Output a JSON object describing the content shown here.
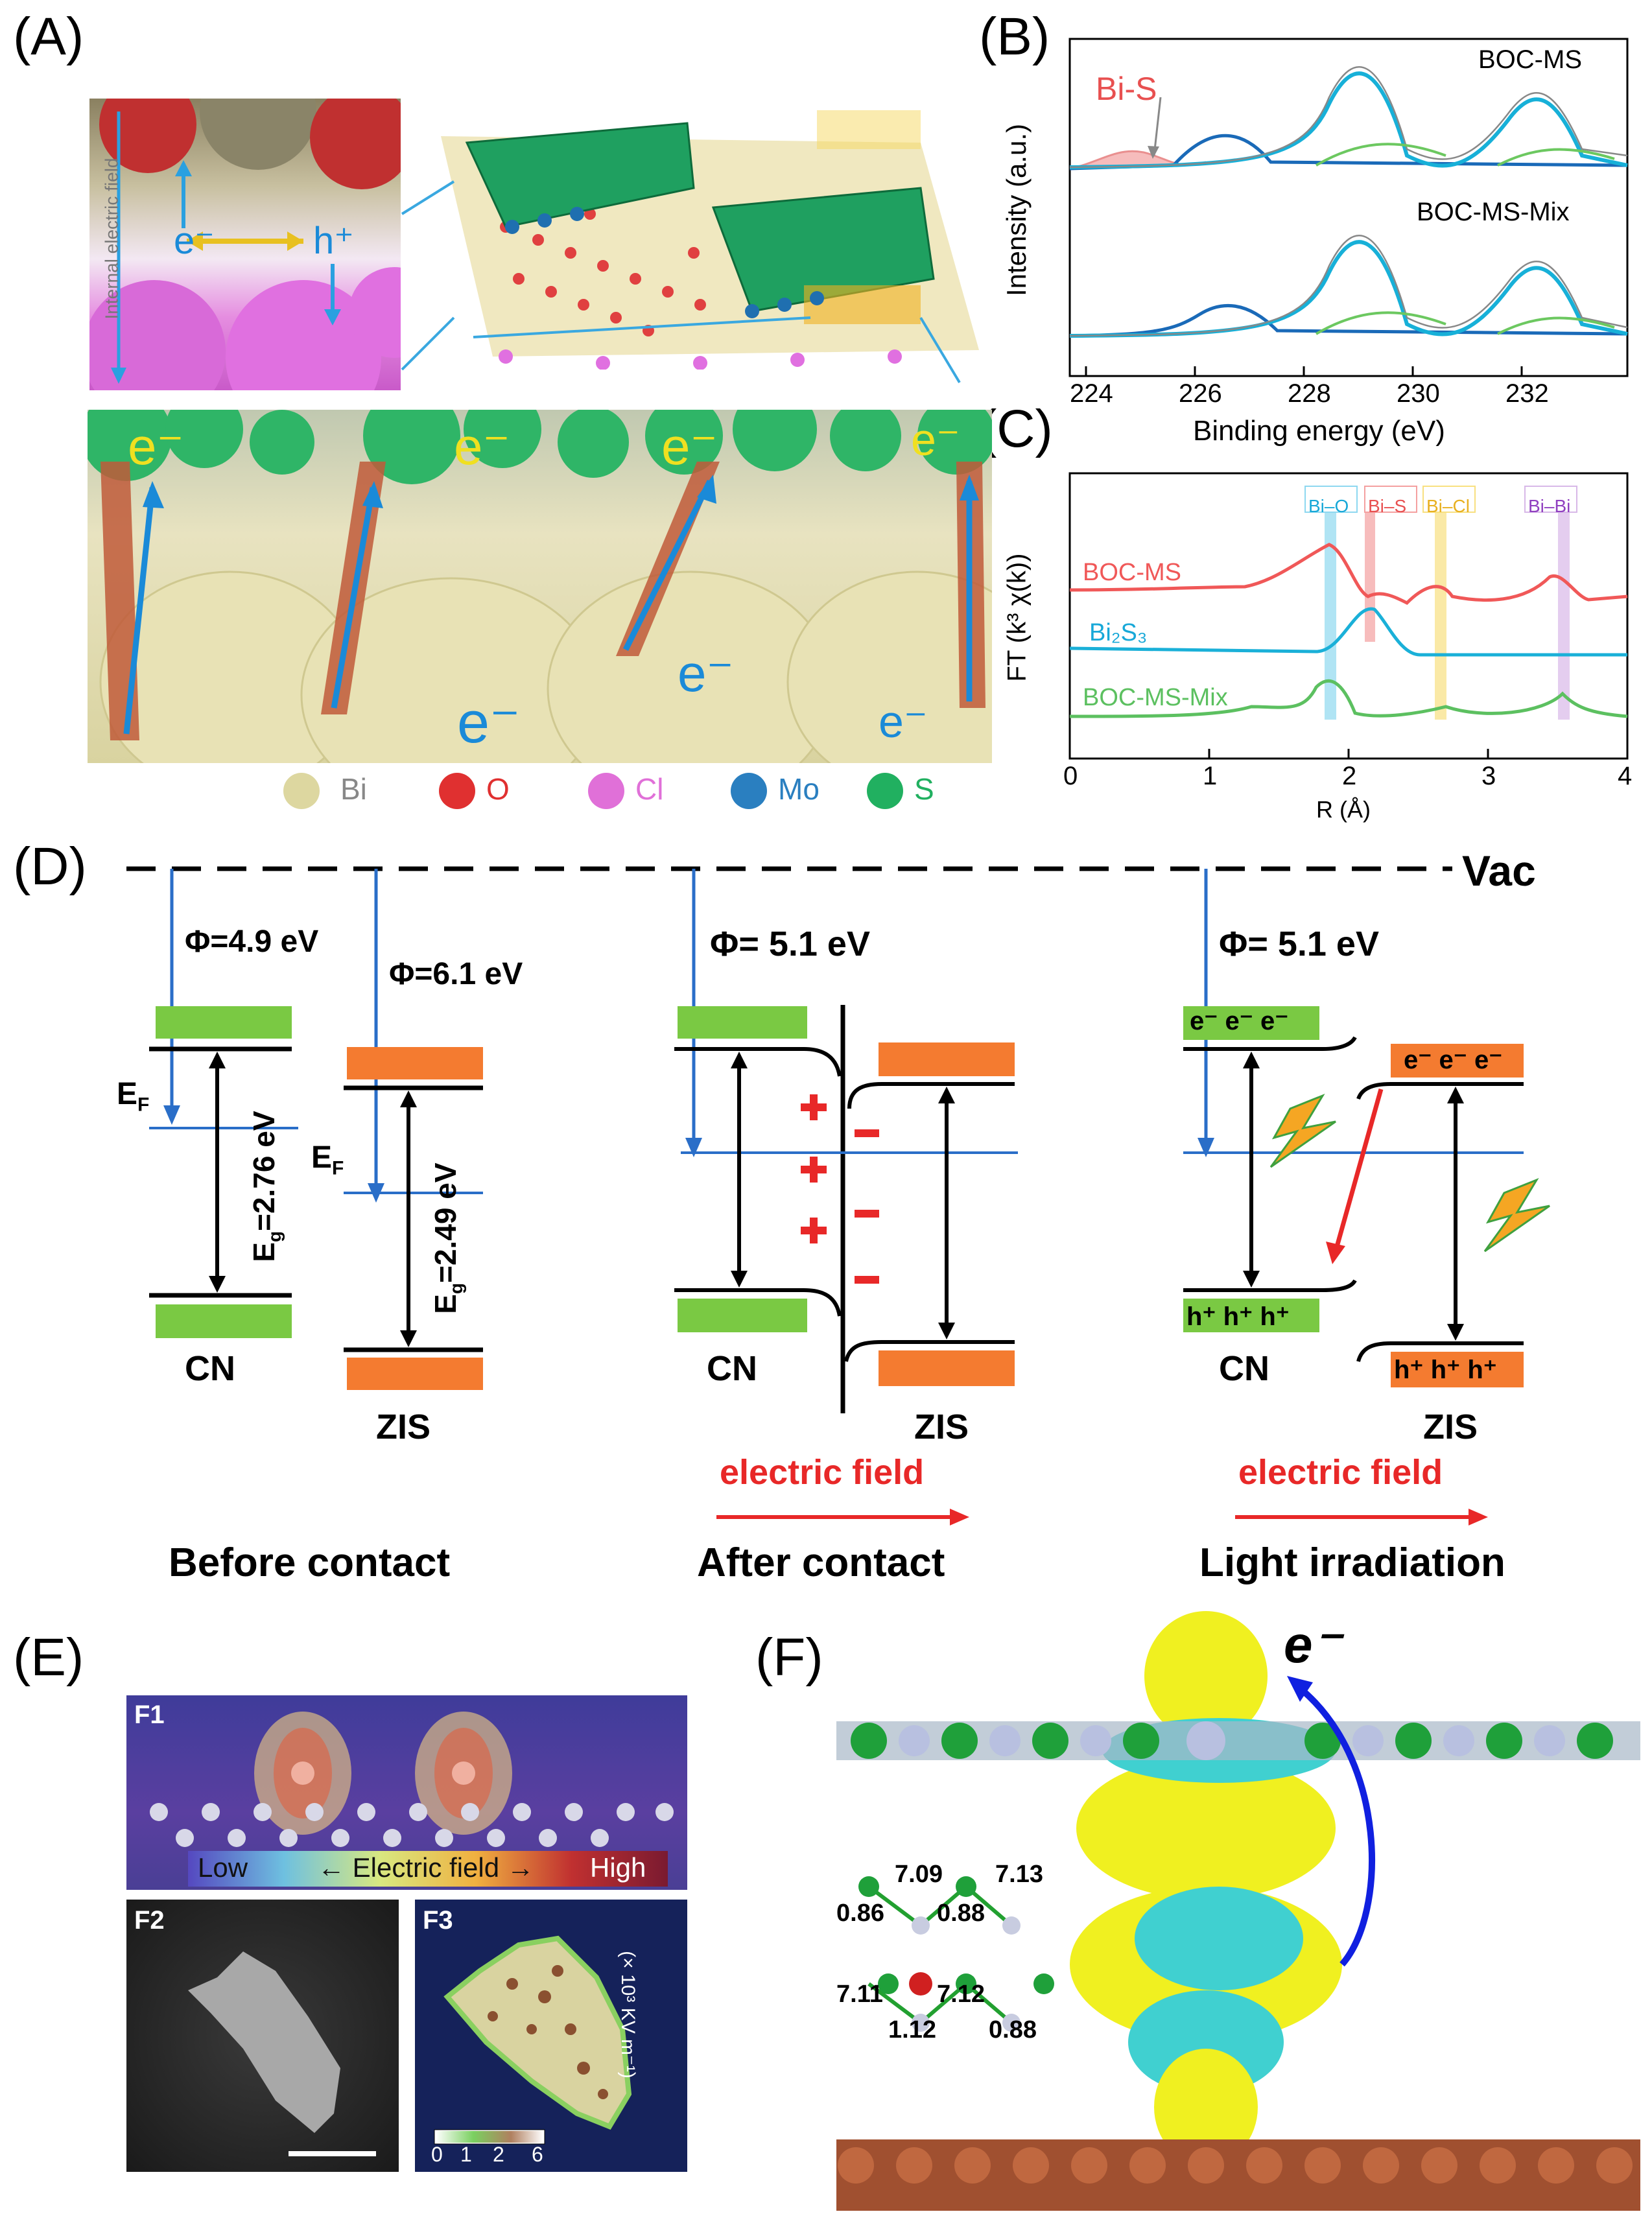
{
  "panels": {
    "A": "(A)",
    "B": "(B)",
    "C": "(C)",
    "D": "(D)",
    "E": "(E)",
    "F": "(F)"
  },
  "panel_a": {
    "field_label": "Internal electric field",
    "e_minus": "e⁻",
    "h_plus": "h⁺",
    "legend": [
      "Bi",
      "O",
      "Cl",
      "Mo",
      "S"
    ],
    "legend_colors": [
      "#ddd7a0",
      "#e03030",
      "#e070d8",
      "#2a7fc0",
      "#21b060"
    ]
  },
  "panel_b": {
    "title_top": "BOC-MS",
    "title_bottom": "BOC-MS-Mix",
    "bis_label": "Bi-S",
    "ylabel": "Intensity (a.u.)",
    "xlabel": "Binding energy (eV)",
    "xticks": [
      "224",
      "226",
      "228",
      "230",
      "232"
    ]
  },
  "panel_c": {
    "ylabel": "FT (k³ χ(k))",
    "xlabel": "R (Å)",
    "xticks": [
      "0",
      "1",
      "2",
      "3",
      "4"
    ],
    "bond_labels": [
      "Bi–O",
      "Bi–S",
      "Bi–Cl",
      "Bi–Bi"
    ],
    "series": [
      "BOC-MS",
      "Bi₂S₃",
      "BOC-MS-Mix"
    ]
  },
  "panel_d": {
    "vac": "Vac",
    "phi_before_cn": "Φ=4.9 eV",
    "phi_before_zis": "Φ=6.1 eV",
    "phi_after": "Φ= 5.1 eV",
    "phi_light": "Φ= 5.1 eV",
    "ef": "E",
    "ef_sub": "F",
    "eg_cn": "=2.76 eV",
    "eg_zis": "=2.49 eV",
    "cn": "CN",
    "zis": "ZIS",
    "electric_field": "electric field",
    "before_contact": "Before contact",
    "after_contact": "After contact",
    "light_irradiation": "Light irradiation",
    "electrons": "e⁻ e⁻ e⁻",
    "holes": "h⁺ h⁺ h⁺"
  },
  "panel_e": {
    "f1": "F1",
    "f2": "F2",
    "f3": "F3",
    "scale_low": "Low",
    "scale_text": "Electric field",
    "scale_high": "High",
    "units": "(× 10³ KV m⁻¹)",
    "colorbar_ticks": [
      "0",
      "1",
      "2",
      "6"
    ]
  },
  "panel_f": {
    "e_label": "e⁻",
    "values": [
      "7.09",
      "7.13",
      "0.86",
      "0.88",
      "7.11",
      "7.12",
      "1.12",
      "0.88"
    ]
  }
}
